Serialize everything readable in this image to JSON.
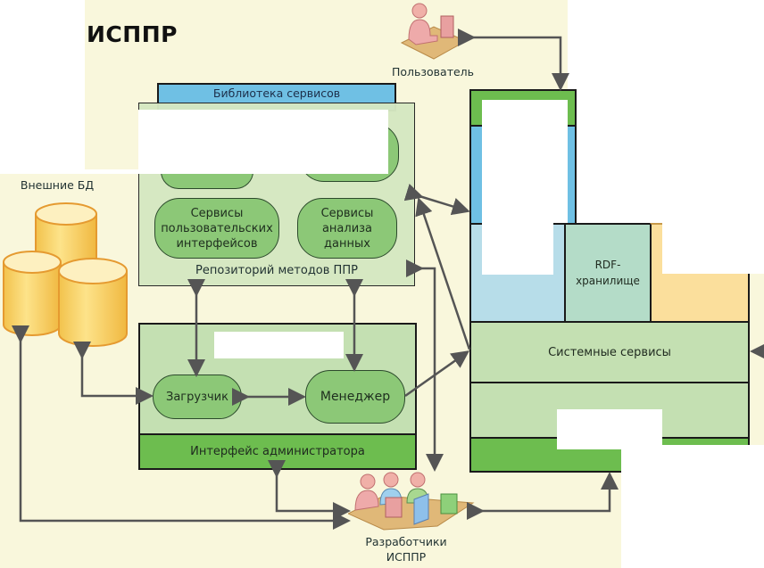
{
  "title": "ИСППР",
  "actors": {
    "user": "Пользователь",
    "developers_line1": "Разработчики",
    "developers_line2": "ИСППР",
    "external_db": "Внешние БД"
  },
  "service_library": {
    "header": "Библиотека сервисов"
  },
  "repository": {
    "label": "Репозиторий методов ППР",
    "services": [
      {
        "lines": [
          "Сервисы",
          "пользовательских",
          "интерфейсов"
        ]
      },
      {
        "lines": [
          "Сервисы",
          "анализа",
          "данных"
        ]
      }
    ]
  },
  "external_data_system": {
    "loader": "Загрузчик",
    "manager": "Менеджер",
    "admin_interface": "Интерфейс администратора"
  },
  "core": {
    "rdf_store_line1": "RDF-",
    "rdf_store_line2": "хранилище",
    "system_services": "Системные сервисы"
  },
  "colors": {
    "background": "#f9f7dc",
    "library_blue": "#6fc0e4",
    "light_blue": "#b7dde9",
    "teal": "#b4dcc8",
    "orange": "#fbdf9c",
    "light_green": "#c4e0b2",
    "green": "#6dbd4f",
    "pill_green": "#8cc877",
    "arrow": "#555555"
  }
}
